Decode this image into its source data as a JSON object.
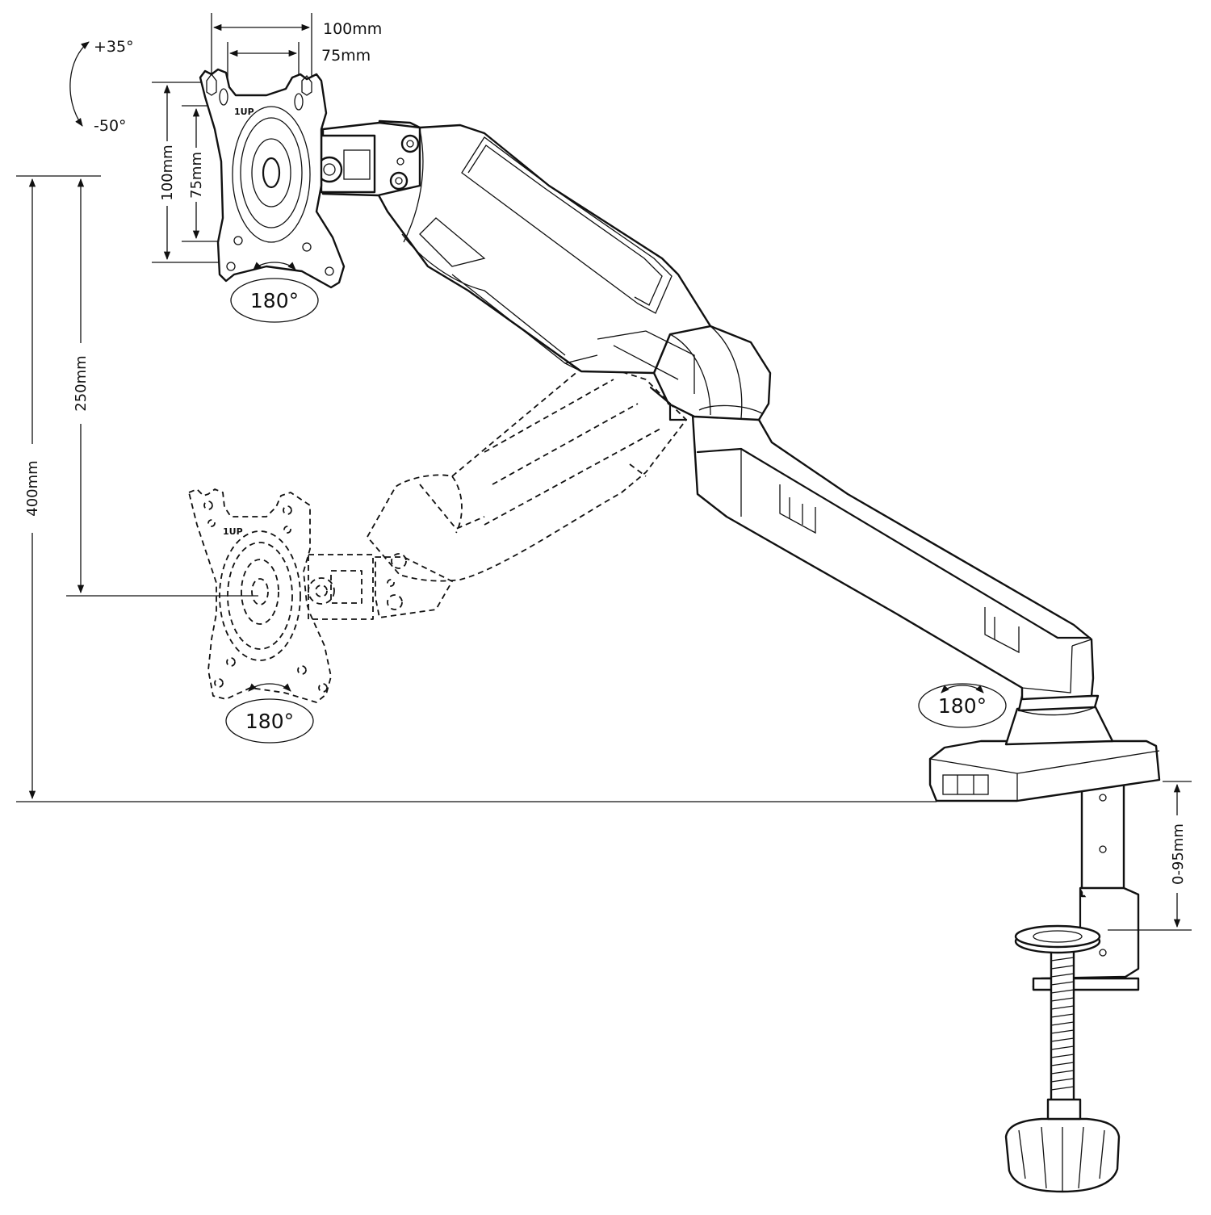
{
  "labels": {
    "vesa_width_100": "100mm",
    "vesa_width_75": "75mm",
    "vesa_height_100": "100mm",
    "vesa_height_75": "75mm",
    "tilt_up": "+35°",
    "tilt_down": "-50°",
    "height_400": "400mm",
    "height_250": "250mm",
    "clamp_range": "0-95mm",
    "swivel_top_plate": "180°",
    "swivel_bottom_plate": "180°",
    "swivel_base": "180°",
    "brand_mark_top": "1UP",
    "brand_mark_bottom": "1UP"
  },
  "colors": {
    "line": "#111111",
    "background": "#ffffff"
  }
}
